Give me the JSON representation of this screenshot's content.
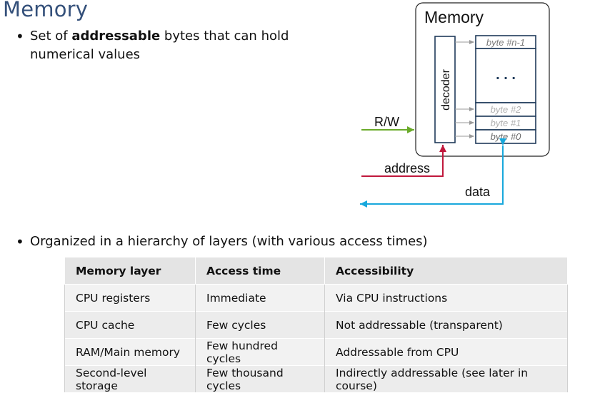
{
  "title": "Memory",
  "bullets": {
    "b1_prefix": "Set of ",
    "b1_bold": "addressable",
    "b1_suffix": " bytes that can hold numerical values",
    "b2": "Organized in a hierarchy of layers (with various access times)"
  },
  "diagram": {
    "box_title": "Memory",
    "decoder_label": "decoder",
    "bytes": [
      "byte #n-1",
      "byte #2",
      "byte #1",
      "byte #0"
    ],
    "ellipsis": ". . .",
    "rw_label": "R/W",
    "address_label": "address",
    "data_label": "data",
    "colors": {
      "rw": "#6aaa2a",
      "address": "#c0183c",
      "data": "#18a8dc",
      "box_border": "#1f3a5a",
      "byte_text": "#8a8a8a"
    }
  },
  "table": {
    "headers": [
      "Memory layer",
      "Access time",
      "Accessibility"
    ],
    "rows": [
      [
        "CPU registers",
        "Immediate",
        "Via CPU instructions"
      ],
      [
        "CPU cache",
        "Few cycles",
        "Not addressable (transparent)"
      ],
      [
        "RAM/Main memory",
        "Few hundred cycles",
        "Addressable from CPU"
      ],
      [
        "Second-level storage",
        "Few thousand cycles",
        "Indirectly addressable (see later in course)"
      ]
    ]
  }
}
